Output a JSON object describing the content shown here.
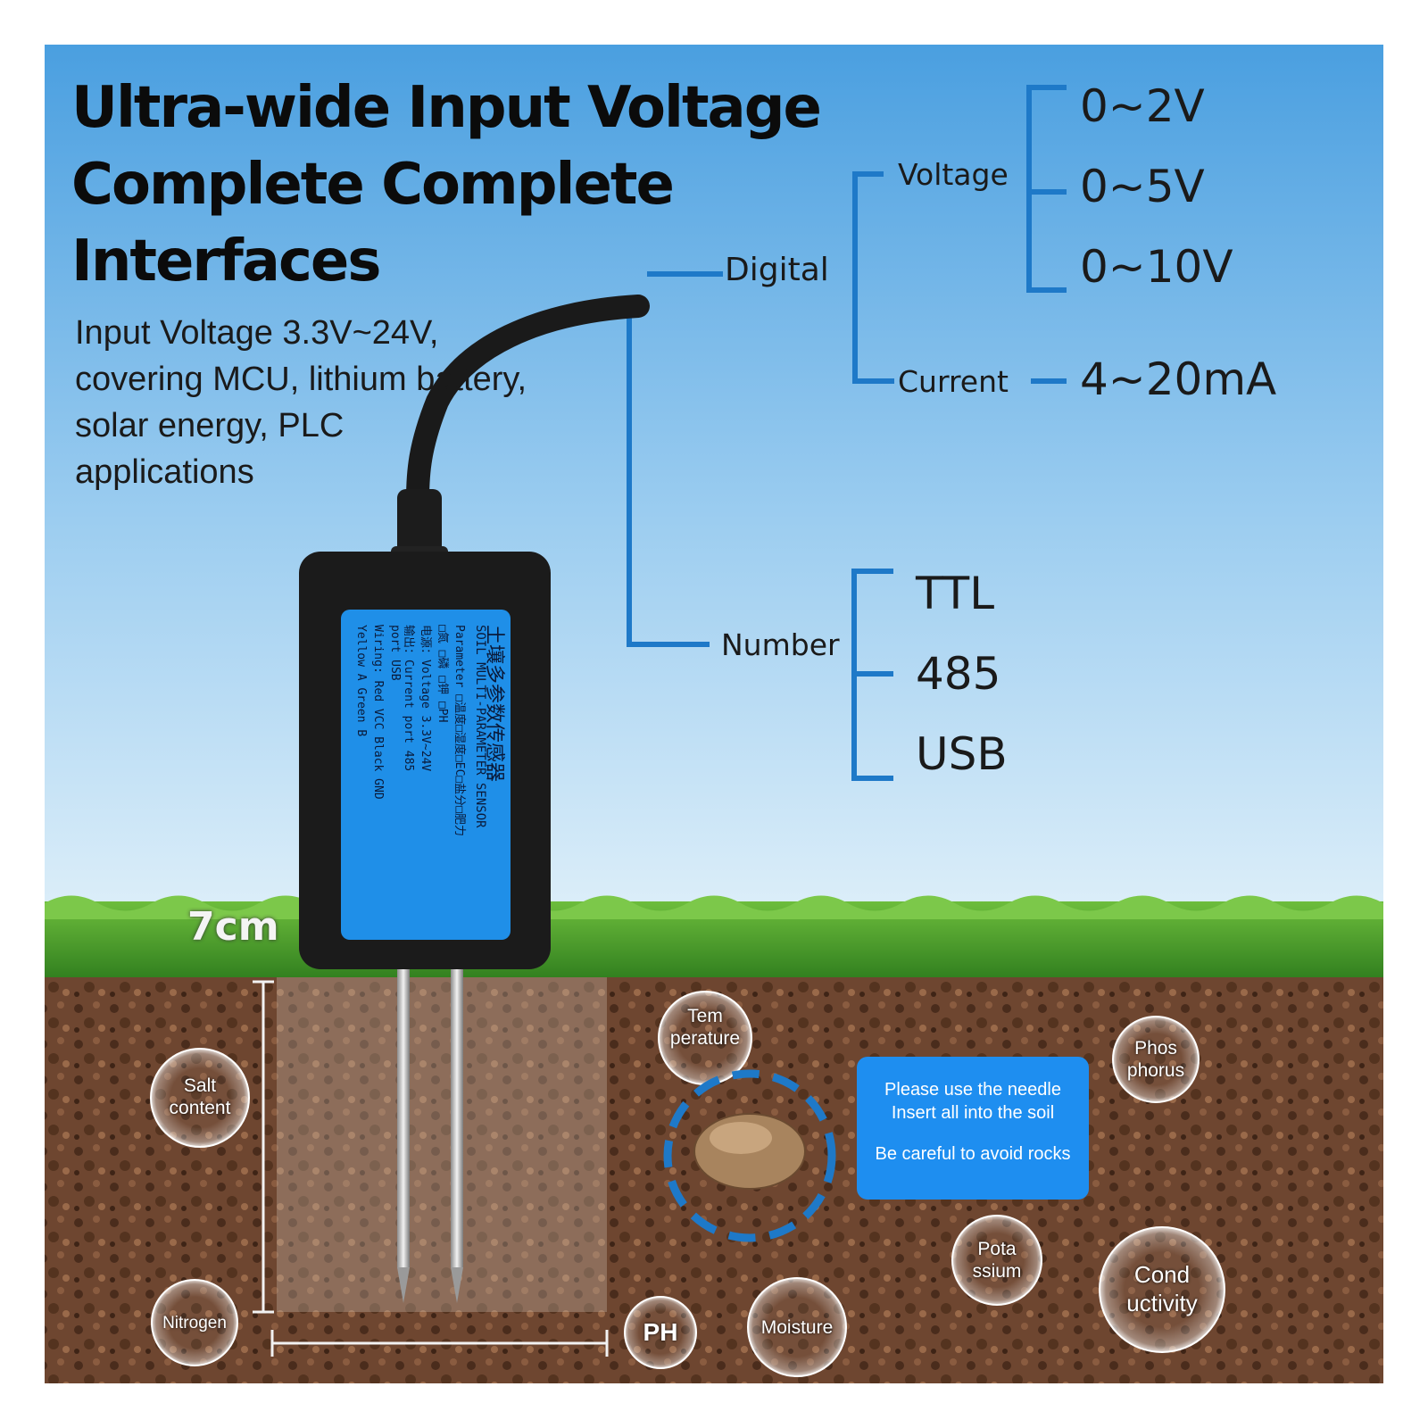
{
  "title": {
    "line1": "Ultra-wide Input Voltage",
    "line2": "Complete Complete",
    "line3": "Interfaces"
  },
  "description": {
    "line1": "Input Voltage 3.3V~24V,",
    "line2": "covering MCU, lithium battery,",
    "line3": "solar energy, PLC",
    "line4": "applications"
  },
  "tree": {
    "digital": "Digital",
    "voltage": "Voltage",
    "current": "Current",
    "voltage_options": [
      "0~2V",
      "0~5V",
      "0~10V"
    ],
    "current_option": "4~20mA",
    "number": "Number",
    "number_options": [
      "TTL",
      "485",
      "USB"
    ]
  },
  "sensor_label": {
    "line1": "土壤多参数传感器",
    "line2": "SOIL MULTI-PARAMETER SENSOR",
    "line3": "Parameter □温度□湿度□EC□盐分□肥力",
    "line4": "□氮 □磷 □钾 □PH",
    "line5": "电源：Voltage 3.3V~24V",
    "line6": "输出：Current port 485",
    "line7": "port USB",
    "line8": "Wiring: Red VCC Black GND",
    "line9": "Yellow A Green B"
  },
  "depth_label": "7cm",
  "bubbles": {
    "temperature": [
      "Tem",
      "perature"
    ],
    "salt": [
      "Salt",
      "content"
    ],
    "nitrogen": [
      "Nitrogen"
    ],
    "ph": [
      "PH"
    ],
    "moisture": [
      "Moisture"
    ],
    "potassium": [
      "Pota",
      "ssium"
    ],
    "phosphorus": [
      "Phos",
      "phorus"
    ],
    "conductivity": [
      "Cond",
      "uctivity"
    ]
  },
  "notice": {
    "line1": "Please use the needle",
    "line2": "Insert all into the soil",
    "line3": "Be careful to avoid rocks"
  },
  "colors": {
    "sky_top": "#4a9fe0",
    "sky_bottom": "#cfe6f7",
    "grass": "#3f9a2a",
    "soil": "#6b4530",
    "bracket": "#1e79c8",
    "sticker": "#1f8fe8",
    "notice": "#1e8ef0"
  }
}
